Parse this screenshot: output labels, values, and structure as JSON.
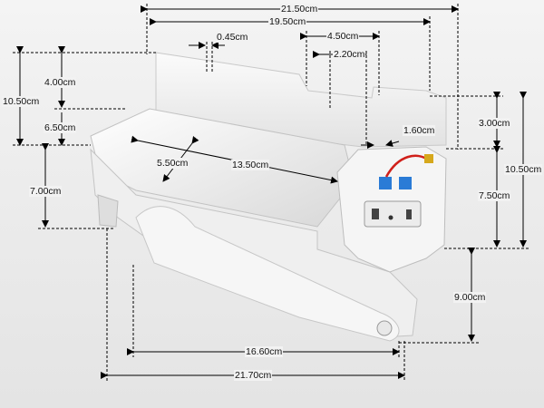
{
  "dimensions": {
    "total_top_width": "21.50cm",
    "top_inner_width": "19.50cm",
    "slot_width": "0.45cm",
    "switch_box_width": "4.50cm",
    "switch_box_inner": "2.20cm",
    "tab_width": "1.60cm",
    "left_total_height": "10.50cm",
    "left_upper_height": "4.00cm",
    "left_mid_height": "6.50cm",
    "left_lower_height": "7.00cm",
    "tray_depth": "5.50cm",
    "tray_length": "13.50cm",
    "right_top_height": "3.00cm",
    "right_total_height": "10.50cm",
    "right_mid_height": "7.50cm",
    "arm_height": "9.00cm",
    "arm_length": "16.60cm",
    "bottom_total_width": "21.70cm"
  },
  "colors": {
    "plastic": "#f7f7f7",
    "shadow": "#cfcfcf",
    "dimension_line": "#000000",
    "wire": "#d0201a",
    "terminal": "#2a7bd6"
  }
}
